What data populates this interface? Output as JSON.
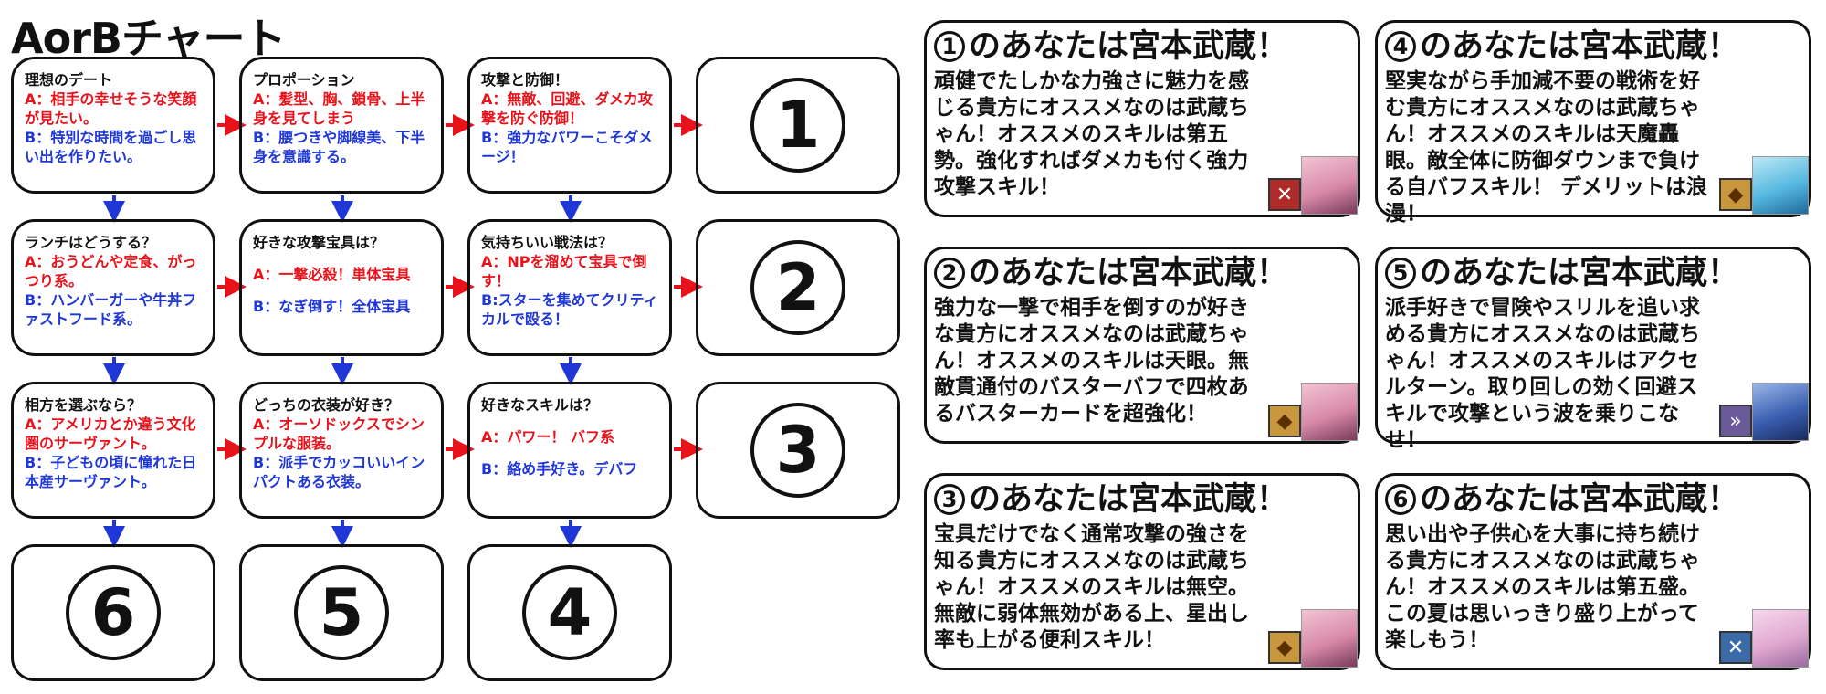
{
  "title": "AorBチャート",
  "colors": {
    "a_color": "#e8121b",
    "b_color": "#1e37d6",
    "arrow_right": "#e8121b",
    "arrow_down": "#1e37d6"
  },
  "questions": [
    {
      "title": "理想のデート",
      "a": "A：相手の幸せそうな笑顔が見たい。",
      "b": "B：特別な時間を過ごし思い出を作りたい。"
    },
    {
      "title": "プロポーション",
      "a": "A：髪型、胸、鎖骨、上半身を見てしまう",
      "b": "B：腰つきや脚線美、下半身を意識する。"
    },
    {
      "title": "攻撃と防御！",
      "a": "A：無敵、回避、ダメカ攻撃を防ぐ防御！",
      "b": "B：強力なパワーこそダメージ！"
    },
    {
      "title": "ランチはどうする？",
      "a": "A：おうどんや定食、がっつり系。",
      "b": "B：ハンバーガーや牛丼ファストフード系。"
    },
    {
      "title": "好きな攻撃宝具は？",
      "a": "A：一撃必殺！単体宝具",
      "b": "B：なぎ倒す！全体宝具"
    },
    {
      "title": "気持ちいい戦法は？",
      "a": "A：NPを溜めて宝具で倒す！",
      "b": "B:スターを集めてクリティカルで殴る！"
    },
    {
      "title": "相方を選ぶなら？",
      "a": "A：アメリカとか違う文化圏のサーヴァント。",
      "b": "B：子どもの頃に憧れた日本産サーヴァント。"
    },
    {
      "title": "どっちの衣装が好き？",
      "a": "A：オーソドックスでシンプルな服装。",
      "b": "B：派手でカッコいいインパクトある衣装。"
    },
    {
      "title": "好きなスキルは？",
      "a": "A：パワー！ バフ系",
      "b": "B：絡め手好き。デバフ"
    }
  ],
  "results": [
    "1",
    "2",
    "3",
    "6",
    "5",
    "4"
  ],
  "cards": [
    {
      "num": "1",
      "title": "のあなたは宮本武蔵！",
      "body": "頑健でたしかな力強さに魅力を感じる貴方にオススメなのは武蔵ちゃん！オススメのスキルは第五勢。強化すればダメカも付く強力攻撃スキル！",
      "icon": "crossed-swords-icon",
      "icon_bg": "#b02a2a",
      "icon_glyph": "✕"
    },
    {
      "num": "4",
      "title": "のあなたは宮本武蔵！",
      "body": "堅実ながら手加減不要の戦術を好む貴方にオススメなのは武蔵ちゃん！オススメのスキルは天魔轟眼。敵全体に防御ダウンまで負ける自バフスキル！ デメリットは浪漫！",
      "icon": "shield-icon",
      "icon_bg": "#c8963c",
      "icon_glyph": "◆"
    },
    {
      "num": "2",
      "title": "のあなたは宮本武蔵！",
      "body": "強力な一撃で相手を倒すのが好きな貴方にオススメなのは武蔵ちゃん！オススメのスキルは天眼。無敵貫通付のバスターバフで四枚あるバスターカードを超強化！",
      "icon": "shield-icon",
      "icon_bg": "#c8963c",
      "icon_glyph": "◆"
    },
    {
      "num": "5",
      "title": "のあなたは宮本武蔵！",
      "body": "派手好きで冒険やスリルを追い求める貴方にオススメなのは武蔵ちゃん！オススメのスキルはアクセルターン。取り回しの効く回避スキルで攻撃という波を乗りこなせ！",
      "icon": "dash-icon",
      "icon_bg": "#6a5a9a",
      "icon_glyph": "»"
    },
    {
      "num": "3",
      "title": "のあなたは宮本武蔵！",
      "body": "宝具だけでなく通常攻撃の強さを知る貴方にオススメなのは武蔵ちゃん！オススメのスキルは無空。無敵に弱体無効がある上、星出し率も上がる便利スキル！",
      "icon": "shield-icon",
      "icon_bg": "#c8963c",
      "icon_glyph": "◆"
    },
    {
      "num": "6",
      "title": "のあなたは宮本武蔵！",
      "body": "思い出や子供心を大事に持ち続ける貴方にオススメなのは武蔵ちゃん！オススメのスキルは第五盛。この夏は思いっきり盛り上がって楽しもう！",
      "icon": "crossed-swords-icon",
      "icon_bg": "#3a6aa8",
      "icon_glyph": "✕"
    }
  ]
}
